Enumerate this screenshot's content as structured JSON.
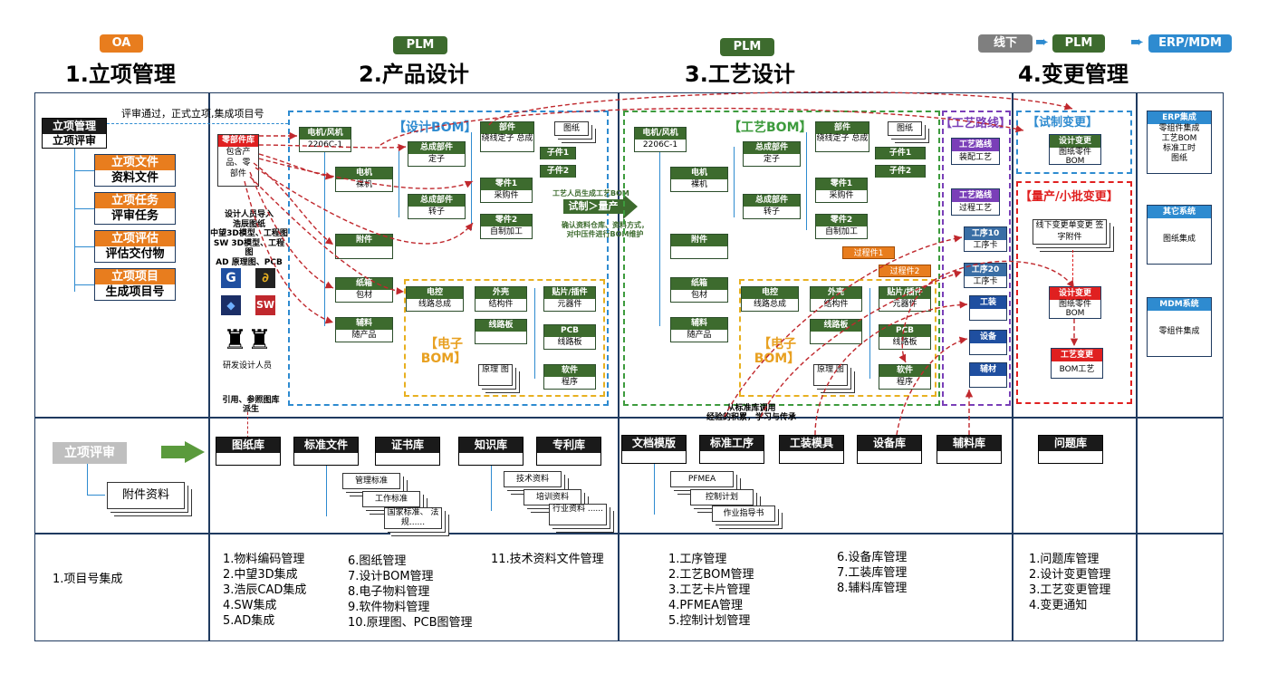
{
  "header": {
    "tags": [
      {
        "label": "OA",
        "color": "#e87d1e"
      },
      {
        "label": "PLM",
        "color": "#3d6b2e"
      },
      {
        "label": "PLM",
        "color": "#3d6b2e"
      },
      {
        "label": "线下",
        "color": "#7f7f7f"
      },
      {
        "label": "PLM",
        "color": "#3d6b2e"
      },
      {
        "label": "ERP/MDM",
        "color": "#2e8bd0"
      }
    ],
    "phases": [
      "1.立项管理",
      "2.产品设计",
      "3.工艺设计",
      "4.变更管理"
    ]
  },
  "col1": {
    "top_box": [
      "立项管理",
      "立项评审"
    ],
    "arrow_text": "评审通过，正式立项,集成项目号",
    "items": [
      [
        "立项文件",
        "资料文件"
      ],
      [
        "立项任务",
        "评审任务"
      ],
      [
        "立项评估",
        "评估交付物"
      ],
      [
        "立项项目",
        "生成项目号"
      ]
    ],
    "review": "立项评审",
    "attach": "附件资料",
    "bottom": "1.项目号集成"
  },
  "col2": {
    "library": {
      "h": "零部件库",
      "b": [
        "包含产",
        "品、零",
        "部件"
      ]
    },
    "designers_note": [
      "设计人员导入",
      "浩辰图纸",
      "中望3D模型、工程图",
      "SW 3D模型、工程图",
      "AD 原理图、PCB"
    ],
    "designer_label": "研发设计人员",
    "ref_note": [
      "引用、参照图库",
      "派生"
    ],
    "design_bom": "【设计BOM】",
    "motor": {
      "h": "电机/风机",
      "b": "2206C-1"
    },
    "nodes": [
      {
        "h": "电机",
        "b": "裸机"
      },
      {
        "h": "附件",
        "b": ""
      },
      {
        "h": "纸箱",
        "b": "包材"
      },
      {
        "h": "辅料",
        "b": "随产品"
      },
      {
        "h": "总成部件",
        "b": "定子"
      },
      {
        "h": "总成部件",
        "b": "转子"
      },
      {
        "h": "部件",
        "b": "绕线定子 总成"
      },
      {
        "h": "子件1",
        "b": ""
      },
      {
        "h": "子件2",
        "b": ""
      },
      {
        "h": "零件1",
        "b": "采购件"
      },
      {
        "h": "零件2",
        "b": "自制加工"
      },
      {
        "h": "电控",
        "b": "线路总成"
      },
      {
        "h": "外壳",
        "b": "结构件"
      },
      {
        "h": "线路板",
        "b": ""
      },
      {
        "h": "贴片/插件",
        "b": "元器件"
      },
      {
        "h": "PCB",
        "b": "线路板"
      },
      {
        "h": "软件",
        "b": "程序"
      }
    ],
    "drawing": "图纸",
    "schematic": "原理 图",
    "ebom": "【电子 BOM】",
    "mid_note": [
      "工艺人员生成工艺BOM"
    ],
    "mid_arrow": "试制＞量产",
    "mid_note2": [
      "确认资料仓库、资料方式，",
      "对中压件进行BOM维护"
    ],
    "libs": [
      "图纸库",
      "标准文件",
      "证书库",
      "知识库",
      "专利库"
    ],
    "docs1": [
      "管理标准",
      "工作标准",
      "国家标准、 法规......"
    ],
    "docs2": [
      "技术资料",
      "培训资料",
      "行业资料 ......"
    ],
    "bullets_a": [
      "1.物料编码管理",
      "2.中望3D集成",
      "3.浩辰CAD集成",
      "4.SW集成",
      "5.AD集成"
    ],
    "bullets_b": [
      "6.图纸管理",
      "7.设计BOM管理",
      "8.电子物料管理",
      "9.软件物料管理",
      "10.原理图、PCB图管理"
    ],
    "bullets_c": [
      "11.技术资料文件管理"
    ]
  },
  "col3": {
    "process_bom": "【工艺BOM】",
    "motor": {
      "h": "电机/风机",
      "b": "2206C-1"
    },
    "routes_title": "【工艺路线】",
    "routes": [
      {
        "h": "工艺路线",
        "b": "装配工艺"
      },
      {
        "h": "工艺路线",
        "b": "过程工艺"
      }
    ],
    "procs": [
      {
        "h": "工序10",
        "b": "工序卡"
      },
      {
        "h": "工序20",
        "b": "工序卡"
      }
    ],
    "blue": [
      "工装",
      "设备",
      "辅材"
    ],
    "orange": [
      "过程件1",
      "过程件2"
    ],
    "ebom": "【电子 BOM】",
    "std_note": [
      "从标准库调用",
      "经验的积累，学习与传承"
    ],
    "libs": [
      "文档模版",
      "标准工序",
      "工装模具",
      "设备库",
      "辅料库"
    ],
    "docs": [
      "PFMEA",
      "控制计划",
      "作业指导书"
    ],
    "bullets_a": [
      "1.工序管理",
      "2.工艺BOM管理",
      "3.工艺卡片管理",
      "4.PFMEA管理",
      "5.控制计划管理"
    ],
    "bullets_b": [
      "6.设备库管理",
      "7.工装库管理",
      "8.辅料库管理"
    ]
  },
  "col4": {
    "trial_title": "【试制变更】",
    "trial_box": {
      "h": "设计变更",
      "b": "图纸零件 BOM"
    },
    "mass_title": "【量产/小批变更】",
    "offline_doc": "线下变更单变更 签字附件",
    "design_change": {
      "h": "设计变更",
      "b": "图纸零件 BOM"
    },
    "process_change": {
      "h": "工艺变更",
      "b": "BOM工艺"
    },
    "lib": "问题库",
    "bullets": [
      "1.问题库管理",
      "2.设计变更管理",
      "3.工艺变更管理",
      "4.变更通知"
    ]
  },
  "col5": {
    "blocks": [
      {
        "h": "ERP集成",
        "b": [
          "零组件集成",
          "工艺BOM",
          "标准工时",
          "图纸"
        ]
      },
      {
        "h": "其它系统",
        "b": [
          "图纸集成"
        ]
      },
      {
        "h": "MDM系统",
        "b": [
          "零组件集成"
        ]
      }
    ]
  }
}
